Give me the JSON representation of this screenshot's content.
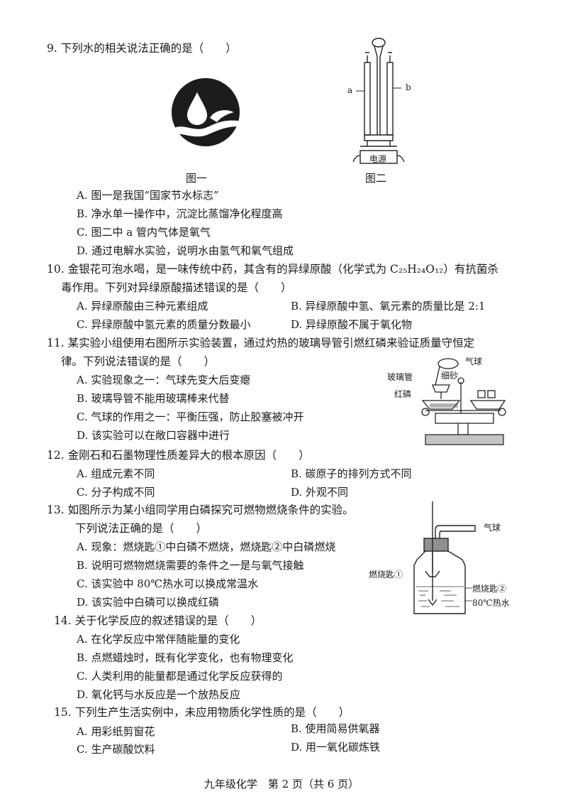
{
  "q9": {
    "stem": "9.  下列水的相关说法正确的是（　　）",
    "fig1_caption": "图一",
    "fig2_caption": "图二",
    "fig2_label_a": "a",
    "fig2_label_b": "b",
    "fig2_power": "电源",
    "options": [
      "A.  图一是我国“国家节水标志”",
      "B.  净水单一操作中，沉淀比蒸馏净化程度高",
      "C.  图二中 a 管内气体是氧气",
      "D.  通过电解水实验，说明水由氢气和氧气组成"
    ]
  },
  "q10": {
    "line1": "10.  金银花可泡水喝，是一味传统中药，其含有的异绿原酸（化学式为 C₂₅H₂₄O₁₂）有抗菌杀",
    "line2": "毒作用。下列对异绿原酸描述错误的是（　　）",
    "options": [
      "A.  异绿原酸由三种元素组成",
      "B.  异绿原酸中氢、氧元素的质量比是 2:1",
      "C.  异绿原酸中氢元素的质量分数最小",
      "D.  异绿原酸不属于氧化物"
    ]
  },
  "q11": {
    "line1": "11.  某实验小组使用右图所示实验装置，通过灼热的玻璃导管引燃红磷来验证质量守恒定",
    "line2": "律。下列说法错误的是（　　）",
    "label_balloon": "气球",
    "label_tube": "玻璃管",
    "label_sand": "细砂",
    "label_phosphorus": "红磷",
    "options": [
      "A.  实验现象之一：气球先变大后变瘪",
      "B.  玻璃导管不能用玻璃棒来代替",
      "C.  气球的作用之一：平衡压强，防止胶塞被冲开",
      "D.  该实验可以在敞口容器中进行"
    ]
  },
  "q12": {
    "stem": "12.  金刚石和石墨物理性质差异大的根本原因（　　）",
    "options": [
      "A.  组成元素不同",
      "B.  碳原子的排列方式不同",
      "C.  分子构成不同",
      "D.  外观不同"
    ]
  },
  "q13": {
    "line1": "13.  如图所示为某小组同学用白磷探究可燃物燃烧条件的实验。",
    "line2": "下列说法正确的是（　　）",
    "label_balloon": "气球",
    "label_spoon1": "燃烧匙①",
    "label_spoon2": "燃烧匙②",
    "label_water": "80℃热水",
    "options": [
      "A.  现象：燃烧匙①中白磷不燃烧，燃烧匙②中白磷燃烧",
      "B.  说明可燃物燃烧需要的条件之一是与氧气接触",
      "C.  该实验中 80℃热水可以换成常温水",
      "D.  该实验中白磷可以换成红磷"
    ]
  },
  "q14": {
    "stem": "14.  关于化学反应的叙述错误的是（　　）",
    "options": [
      "A.  在化学反应中常伴随能量的变化",
      "B.  点燃蜡烛时，既有化学变化，也有物理变化",
      "C.  人类利用的能量都是通过化学反应获得的",
      "D.  氧化钙与水反应是一个放热反应"
    ]
  },
  "q15": {
    "stem": "15.  下列生产生活实例中，未应用物质化学性质的是（　　）",
    "options": [
      "A.  用彩纸剪窗花",
      "B.  使用简易供氧器",
      "C.  生产碳酸饮料",
      "D.  用一氧化碳炼铁"
    ]
  },
  "footer": "九年级化学　第 2 页（共 6 页）"
}
